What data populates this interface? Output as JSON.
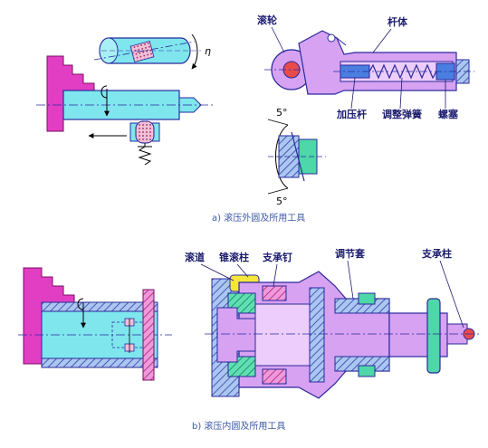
{
  "top": {
    "labels": {
      "roller": "滚轮",
      "rod_body": "杆体",
      "press_rod": "加压杆",
      "spring": "调整弹簧",
      "plug": "螺塞",
      "eta": "η",
      "angle_top": "5°",
      "angle_bottom": "5°"
    },
    "caption": "a) 滚压外圆及所用工具"
  },
  "bottom": {
    "labels": {
      "raceway": "滚道",
      "tapered_roller": "锥滚柱",
      "support_pin": "支承钉",
      "adjust_sleeve": "调节套",
      "support_column": "支承柱"
    },
    "caption": "b) 滚压内圆及所用工具"
  },
  "colors": {
    "pink": "#e23ec4",
    "cyan": "#7fe6ee",
    "violet": "#d7a2f2",
    "blue_line": "#2a2a9c",
    "yellow": "#f5e63a",
    "red": "#e84a4a",
    "green": "#4ed7a8"
  }
}
